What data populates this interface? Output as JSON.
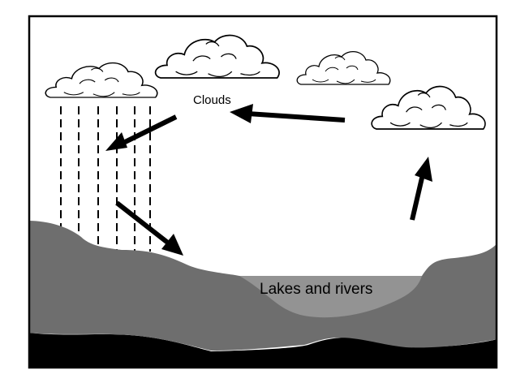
{
  "diagram": {
    "type": "water-cycle",
    "labels": {
      "clouds": "Clouds",
      "lakes": "Lakes and rivers"
    },
    "colors": {
      "background": "#ffffff",
      "frame": "#000000",
      "land": "#6e6e6e",
      "water": "#939393",
      "bedrock": "#000000",
      "arrow": "#000000",
      "cloud_fill": "#ffffff",
      "cloud_stroke": "#000000"
    },
    "elements": {
      "clouds_count": 4,
      "rain_streaks": 6,
      "arrows": [
        "evaporation-up",
        "wind-left",
        "cloud-to-rain",
        "runoff-down-right"
      ]
    }
  }
}
